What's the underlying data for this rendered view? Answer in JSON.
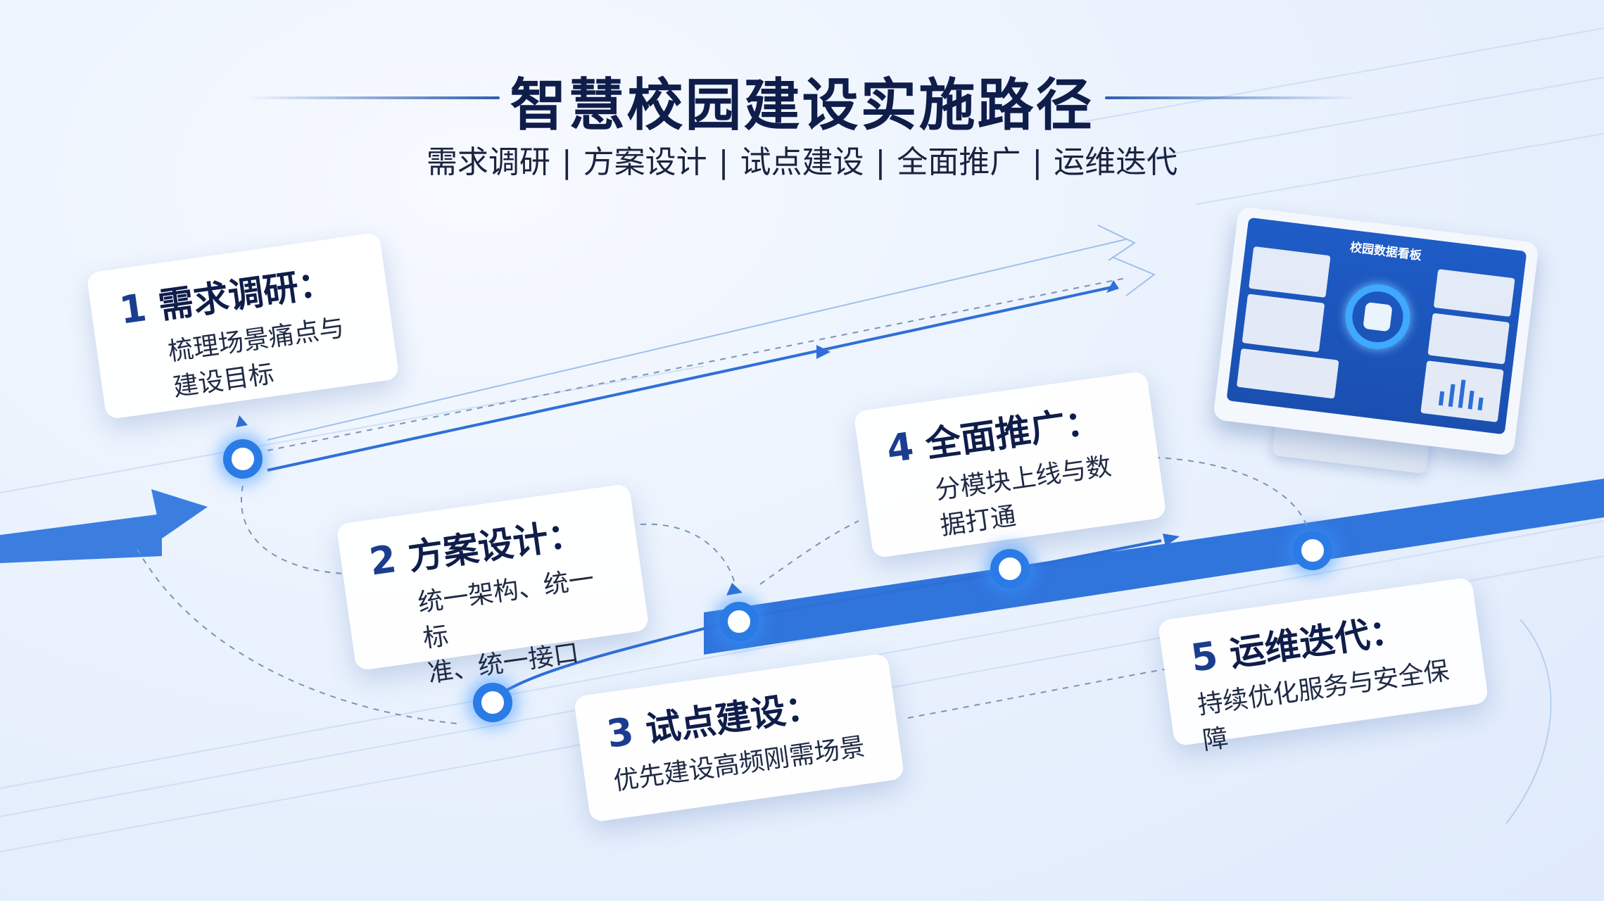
{
  "title": "智慧校园建设实施路径",
  "subtitle": [
    "需求调研",
    "方案设计",
    "试点建设",
    "全面推广",
    "运维迭代"
  ],
  "subtitle_separator": "|",
  "steps": [
    {
      "number": "1",
      "title": "需求调研：",
      "desc_lines": [
        "梳理场景痛点与",
        "建设目标"
      ]
    },
    {
      "number": "2",
      "title": "方案设计：",
      "desc_lines": [
        "统一架构、统一标",
        "准、统一接口"
      ]
    },
    {
      "number": "3",
      "title": "试点建设：",
      "desc_lines": [
        "优先建设高频刚需场景"
      ]
    },
    {
      "number": "4",
      "title": "全面推广：",
      "desc_lines": [
        "分模块上线与数",
        "据打通"
      ]
    },
    {
      "number": "5",
      "title": "运维迭代：",
      "desc_lines": [
        "持续优化服务与安全保障"
      ]
    }
  ],
  "monitor": {
    "screen_title": "校园数据看板"
  },
  "colors": {
    "title": "#0f1d4a",
    "accent": "#2a7be6",
    "node_glow": "#3c96ff",
    "path": "#2f6fd8"
  }
}
